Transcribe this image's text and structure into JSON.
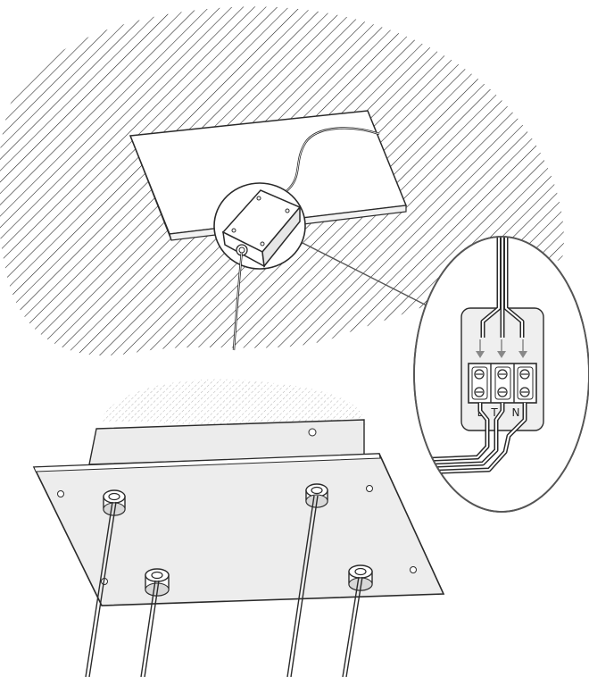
{
  "terminal": {
    "label_l": "L",
    "label_t": "T",
    "label_n": "N"
  },
  "colors": {
    "stroke": "#2a2a2a",
    "hatch": "#1e1e1e",
    "panel": "#ffffff",
    "panel_shade": "#ededed",
    "arrow": "#888888"
  }
}
